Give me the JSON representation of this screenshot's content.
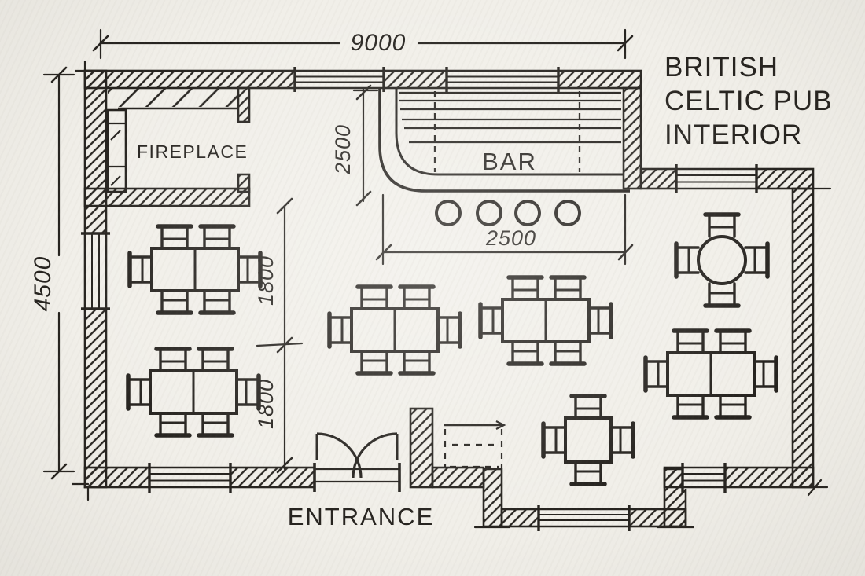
{
  "title": {
    "lines": [
      "BRITISH",
      "CELTIC PUB",
      "INTERIOR"
    ]
  },
  "labels": {
    "fireplace": "FIREPLACE",
    "bar": "BAR",
    "entrance": "ENTRANCE"
  },
  "dimensions": {
    "overall_width": "9000",
    "overall_depth": "4500",
    "bar_depth": "2500",
    "bar_front_length": "2500",
    "table_zone_upper": "1800",
    "table_zone_lower": "1800"
  },
  "furniture": {
    "six_seat_tables": 5,
    "round_table_4_seat": 1,
    "square_table_4_seat": 1,
    "bar_stools": 4,
    "double_entrance_door": 1,
    "fireplace_nook": 1
  },
  "colors": {
    "paper": "#f1efe9",
    "ink": "#26231f"
  }
}
